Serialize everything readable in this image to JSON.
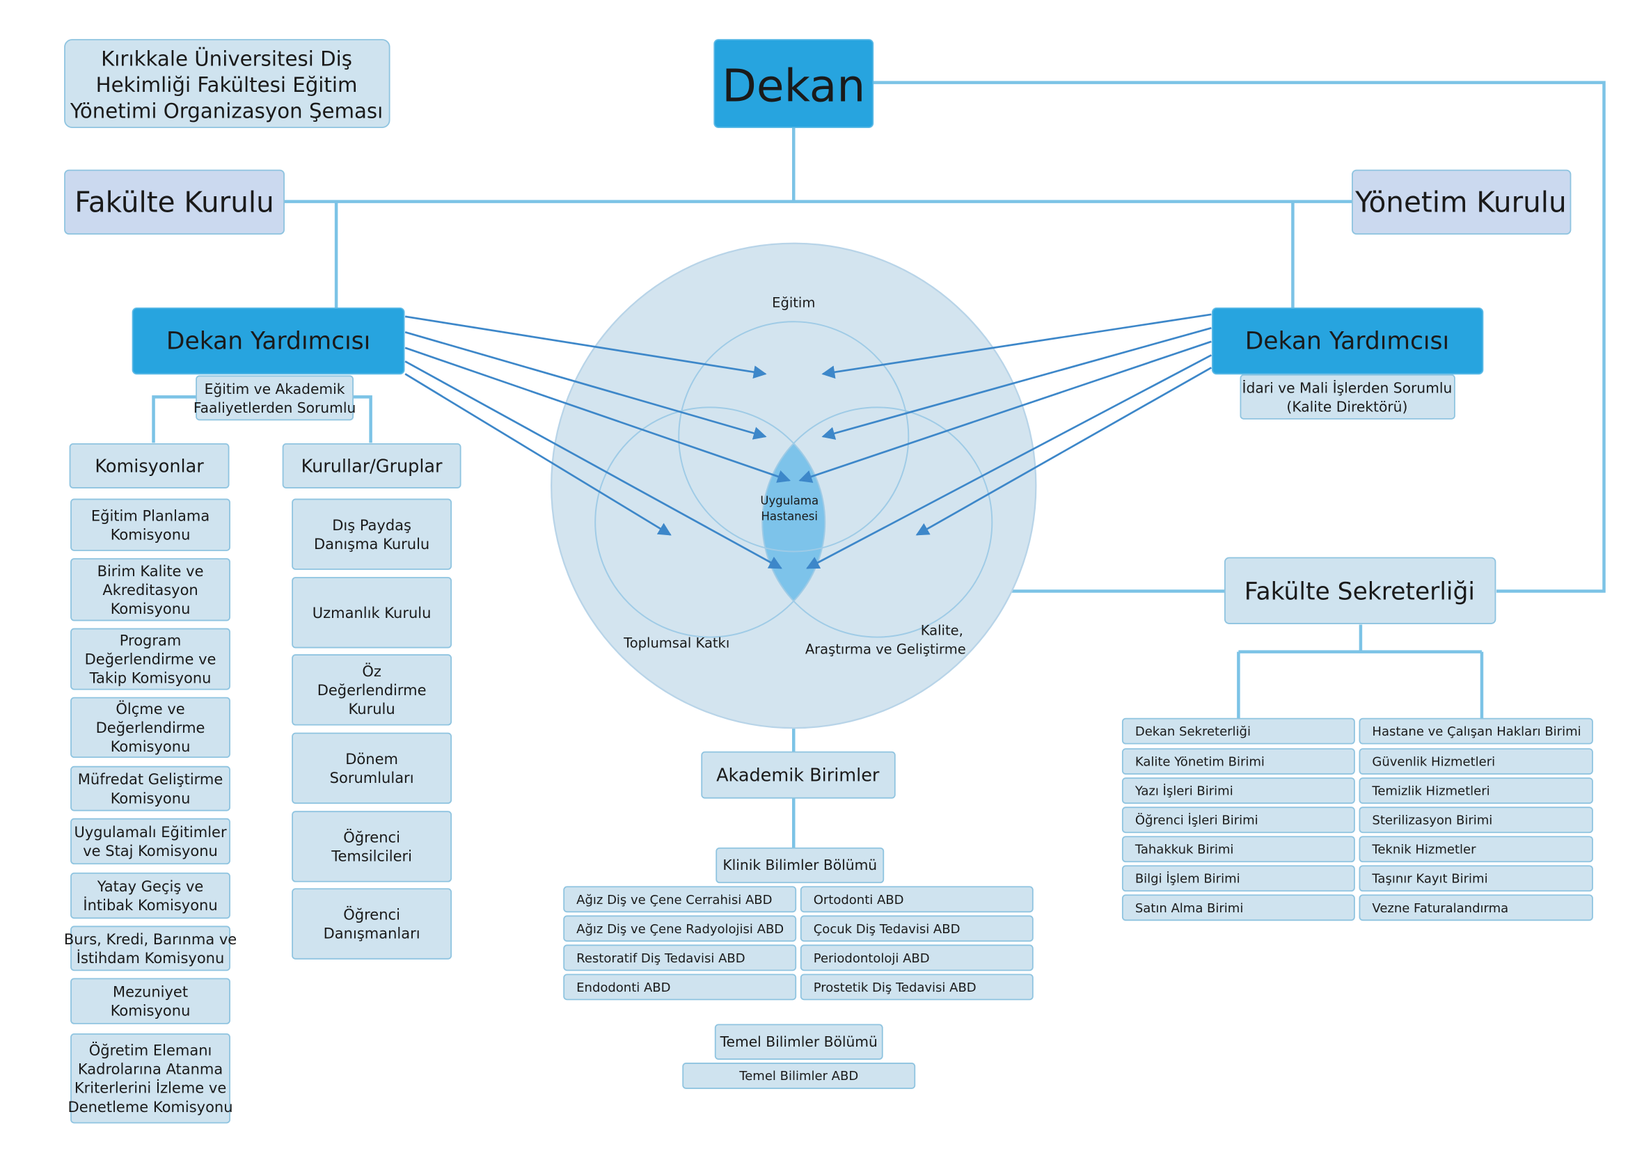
{
  "title_lines": [
    "Kırıkkale Üniversitesi Diş",
    "Hekimliği Fakültesi Eğitim",
    "Yönetimi Organizasyon Şeması"
  ],
  "dekan": "Dekan",
  "fakulte_kurulu": "Fakülte Kurulu",
  "yonetim_kurulu": "Yönetim Kurulu",
  "dekan_yardimcisi_left": {
    "title": "Dekan Yardımcısı",
    "sub_lines": [
      "Eğitim ve Akademik",
      "Faaliyetlerden Sorumlu"
    ]
  },
  "dekan_yardimcisi_right": {
    "title": "Dekan Yardımcısı",
    "sub_lines": [
      "İdari ve Mali İşlerden Sorumlu",
      "(Kalite Direktörü)"
    ]
  },
  "komisyonlar": {
    "title": "Komisyonlar",
    "items": [
      [
        "Eğitim Planlama",
        "Komisyonu"
      ],
      [
        "Birim Kalite ve",
        "Akreditasyon",
        "Komisyonu"
      ],
      [
        "Program",
        "Değerlendirme ve",
        "Takip Komisyonu"
      ],
      [
        "Ölçme ve",
        "Değerlendirme",
        "Komisyonu"
      ],
      [
        "Müfredat Geliştirme",
        "Komisyonu"
      ],
      [
        "Uygulamalı Eğitimler",
        "ve Staj Komisyonu"
      ],
      [
        "Yatay Geçiş ve",
        "İntibak Komisyonu"
      ],
      [
        "Burs, Kredi, Barınma ve",
        "İstihdam Komisyonu"
      ],
      [
        "Mezuniyet",
        "Komisyonu"
      ],
      [
        "Öğretim Elemanı",
        "Kadrolarına Atanma",
        "Kriterlerini İzleme ve",
        "Denetleme Komisyonu"
      ]
    ]
  },
  "kurullar": {
    "title": "Kurullar/Gruplar",
    "items": [
      [
        "Dış Paydaş",
        "Danışma Kurulu"
      ],
      [
        "Uzmanlık Kurulu"
      ],
      [
        "Öz",
        "Değerlendirme",
        "Kurulu"
      ],
      [
        "Dönem",
        "Sorumluları"
      ],
      [
        "Öğrenci",
        "Temsilcileri"
      ],
      [
        "Öğrenci",
        "Danışmanları"
      ]
    ]
  },
  "venn": {
    "egitim": "Eğitim",
    "center_lines": [
      "Uygulama",
      "Hastanesi"
    ],
    "toplumsal": "Toplumsal Katkı",
    "kalite_lines": [
      "Kalite,",
      "Araştırma ve Geliştirme"
    ]
  },
  "akademik_birimler": "Akademik Birimler",
  "klinik": {
    "title": "Klinik Bilimler Bölümü",
    "left": [
      "Ağız Diş ve Çene Cerrahisi ABD",
      "Ağız Diş ve Çene Radyolojisi ABD",
      "Restoratif Diş Tedavisi ABD",
      "Endodonti ABD"
    ],
    "right": [
      "Ortodonti ABD",
      "Çocuk Diş Tedavisi ABD",
      "Periodontoloji ABD",
      "Prostetik Diş Tedavisi ABD"
    ]
  },
  "temel": {
    "title": "Temel Bilimler Bölümü",
    "items": [
      "Temel Bilimler ABD"
    ]
  },
  "sekreterlik": {
    "title": "Fakülte Sekreterliği",
    "left": [
      "Dekan Sekreterliği",
      "Kalite Yönetim Birimi",
      "Yazı İşleri Birimi",
      "Öğrenci İşleri Birimi",
      "Tahakkuk Birimi",
      "Bilgi İşlem Birimi",
      "Satın Alma Birimi"
    ],
    "right": [
      "Hastane ve Çalışan Hakları Birimi",
      "Güvenlik Hizmetleri",
      "Temizlik Hizmetleri",
      "Sterilizasyon Birimi",
      "Teknik Hizmetler",
      "Taşınır Kayıt Birimi",
      "Vezne Faturalandırma"
    ]
  },
  "colors": {
    "dark_box": "#27a4df",
    "mid_box": "#cbd9ef",
    "light_box": "#cfe3ef",
    "connector": "#7cc3e6",
    "arrow": "#3d87c9"
  }
}
